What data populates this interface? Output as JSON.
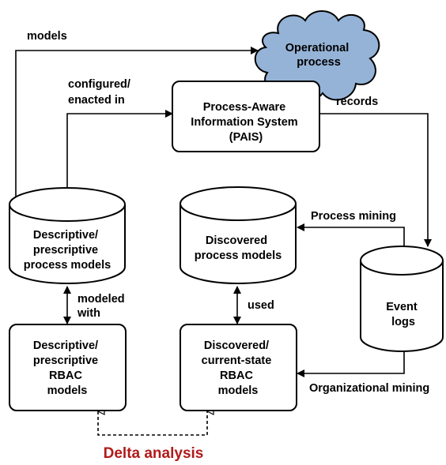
{
  "nodes": {
    "operational_process": [
      "Operational",
      "process"
    ],
    "pais": [
      "Process-Aware",
      "Information System",
      "(PAIS)"
    ],
    "descriptive_process_models": [
      "Descriptive/",
      "prescriptive",
      "process models"
    ],
    "discovered_process_models": [
      "Discovered",
      "process models"
    ],
    "event_logs": [
      "Event",
      "logs"
    ],
    "descriptive_rbac": [
      "Descriptive/",
      "prescriptive",
      "RBAC",
      "models"
    ],
    "discovered_rbac": [
      "Discovered/",
      "current-state",
      "RBAC",
      "models"
    ]
  },
  "edges": {
    "models": "models",
    "configured": [
      "configured/",
      "enacted in"
    ],
    "records": "records",
    "process_mining": "Process mining",
    "modeled_with": [
      "modeled",
      "with"
    ],
    "used": "used",
    "organizational_mining": "Organizational mining",
    "delta_analysis": "Delta analysis"
  },
  "colors": {
    "cloud_fill": "#95b3d7",
    "delta_text": "#b11a1a"
  }
}
